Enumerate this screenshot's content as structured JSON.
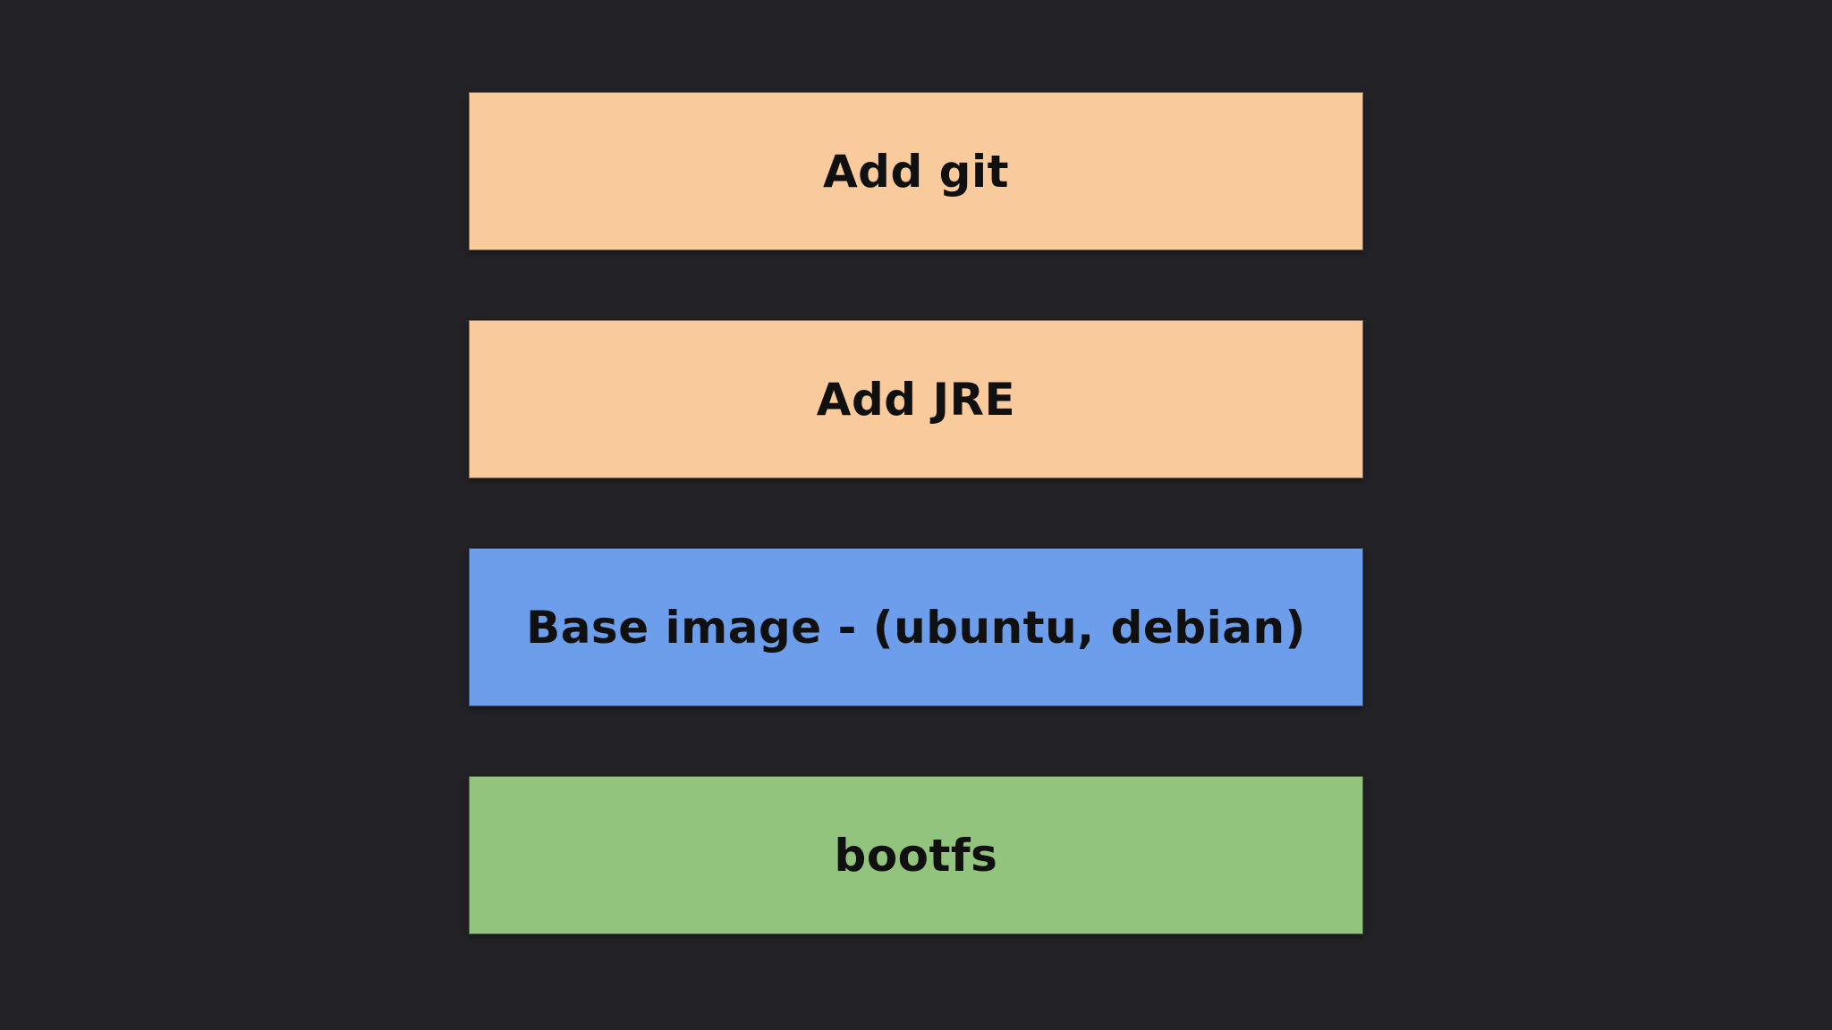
{
  "canvas": {
    "background": "#222226"
  },
  "diagram": {
    "description": "image-layer-stack",
    "text_color": "#101010",
    "layers": [
      {
        "id": "add-git",
        "label": "Add git",
        "color": "#f9cb9c"
      },
      {
        "id": "add-jre",
        "label": "Add JRE",
        "color": "#f9cb9c"
      },
      {
        "id": "base-image",
        "label": "Base image - (ubuntu, debian)",
        "color": "#6d9eeb"
      },
      {
        "id": "bootfs",
        "label": "bootfs",
        "color": "#93c47d"
      }
    ]
  }
}
